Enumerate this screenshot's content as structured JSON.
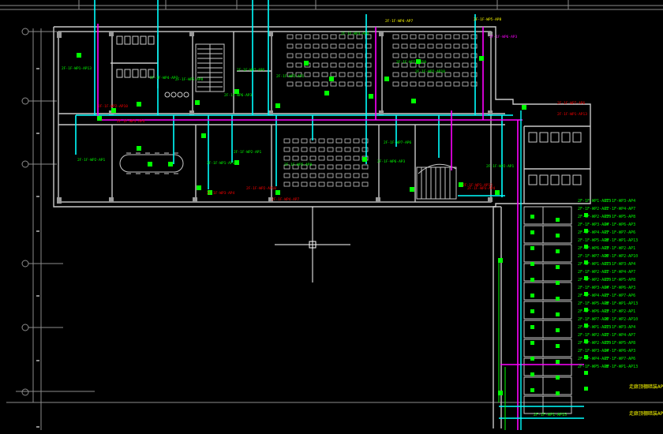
{
  "drawing": {
    "background": "#000000",
    "colors": {
      "wall": "#c8c8c8",
      "cyan": "#00ffff",
      "magenta": "#ff00ff",
      "green": "#00ff00",
      "red": "#ff0000",
      "yellow": "#ffff00",
      "white": "#ffffff",
      "grid": "#8c8c8c"
    },
    "cursor": {
      "name": "crosshair-cursor"
    },
    "circuit_labels": [
      "2F-1F-WP1-AP13",
      "2F-1F-WP2-AP1",
      "2F-1F-WP2-AP10",
      "2F-1F-WP3-AP4",
      "2F-1F-WP4-AP7",
      "2F-1F-WP5-AP8",
      "2F-1F-WP6-AP3",
      "2F-1F-WP7-AP6"
    ],
    "note_right_1": "走廊顶棚暗装AP(注)",
    "note_right_2": "走廊顶棚暗装AP(注)",
    "note_bottom": "2F-1F-WP1-AP15"
  }
}
